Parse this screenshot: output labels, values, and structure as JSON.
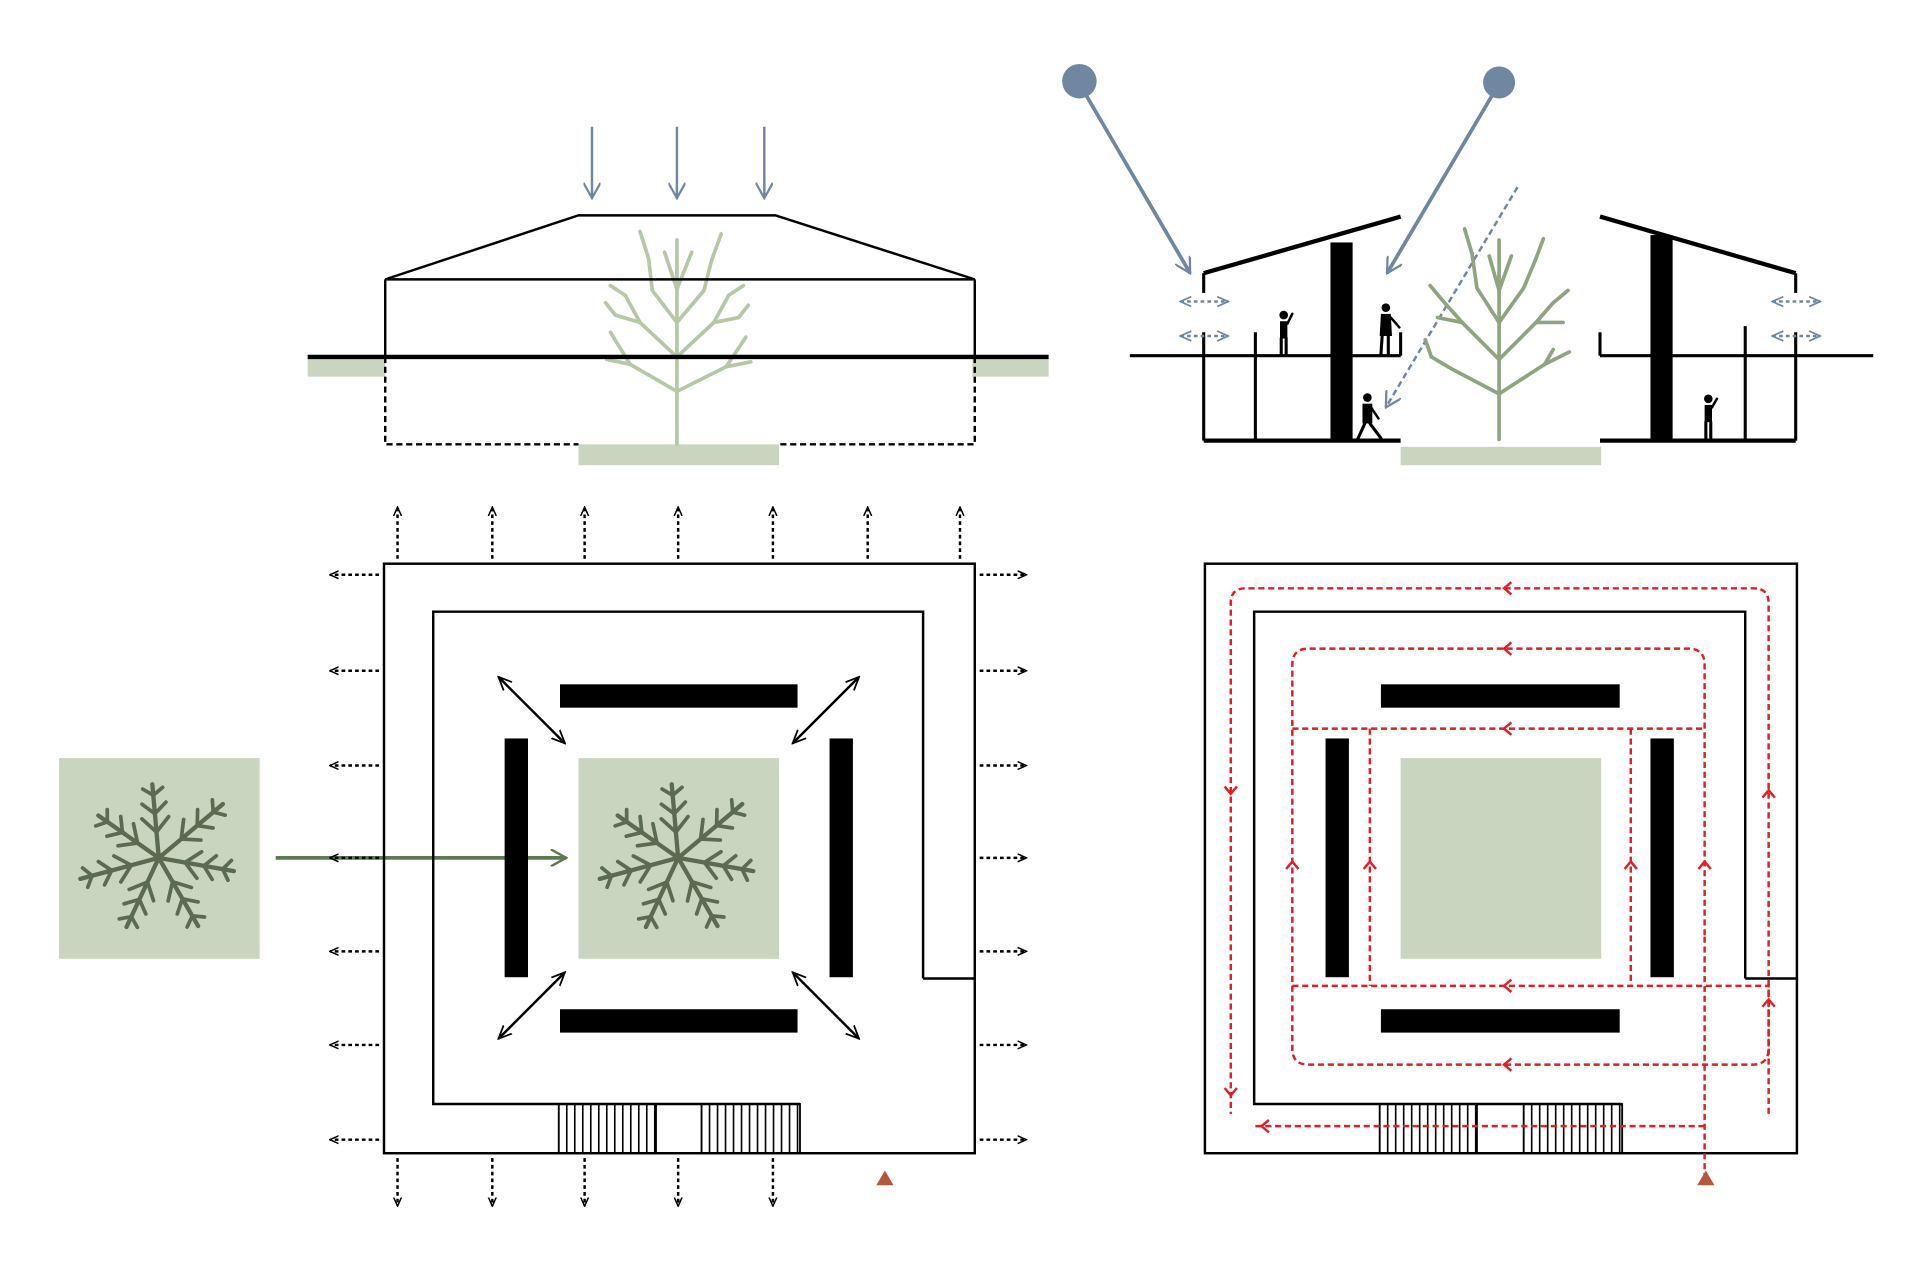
{
  "colors": {
    "background": "#ffffff",
    "line": "#000000",
    "rain_arrow": "#6f87a1",
    "sun": "#6f87a1",
    "sun_ray": "#6f87a1",
    "ventilation": "#6f87a1",
    "tree_light": "#b6c8a6",
    "tree_section": "#8ea580",
    "tree_plan": "#5b6b52",
    "courtyard": "#c9d5bf",
    "ground_patch": "#c9d5bf",
    "transfer_arrow": "#5f7a53",
    "circulation": "#e21f26",
    "entrance_marker": "#b5573a",
    "people": "#000000"
  },
  "panels": [
    {
      "name": "section-rainwater",
      "icons": [
        "rain-arrow-icon",
        "tree-icon",
        "courtyard-pit"
      ]
    },
    {
      "name": "section-sun-ventilation",
      "icons": [
        "sun-icon",
        "sun-ray-icon",
        "ventilation-icon",
        "person-icon",
        "tree-icon"
      ]
    },
    {
      "name": "plan-ventilation",
      "icons": [
        "tree-plan-icon",
        "transfer-arrow-icon",
        "dashed-arrow-icon",
        "double-arrow-icon",
        "stair-icon",
        "entrance-marker-icon"
      ]
    },
    {
      "name": "plan-circulation",
      "icons": [
        "circulation-path-icon",
        "stair-icon",
        "entrance-marker-icon"
      ]
    }
  ]
}
